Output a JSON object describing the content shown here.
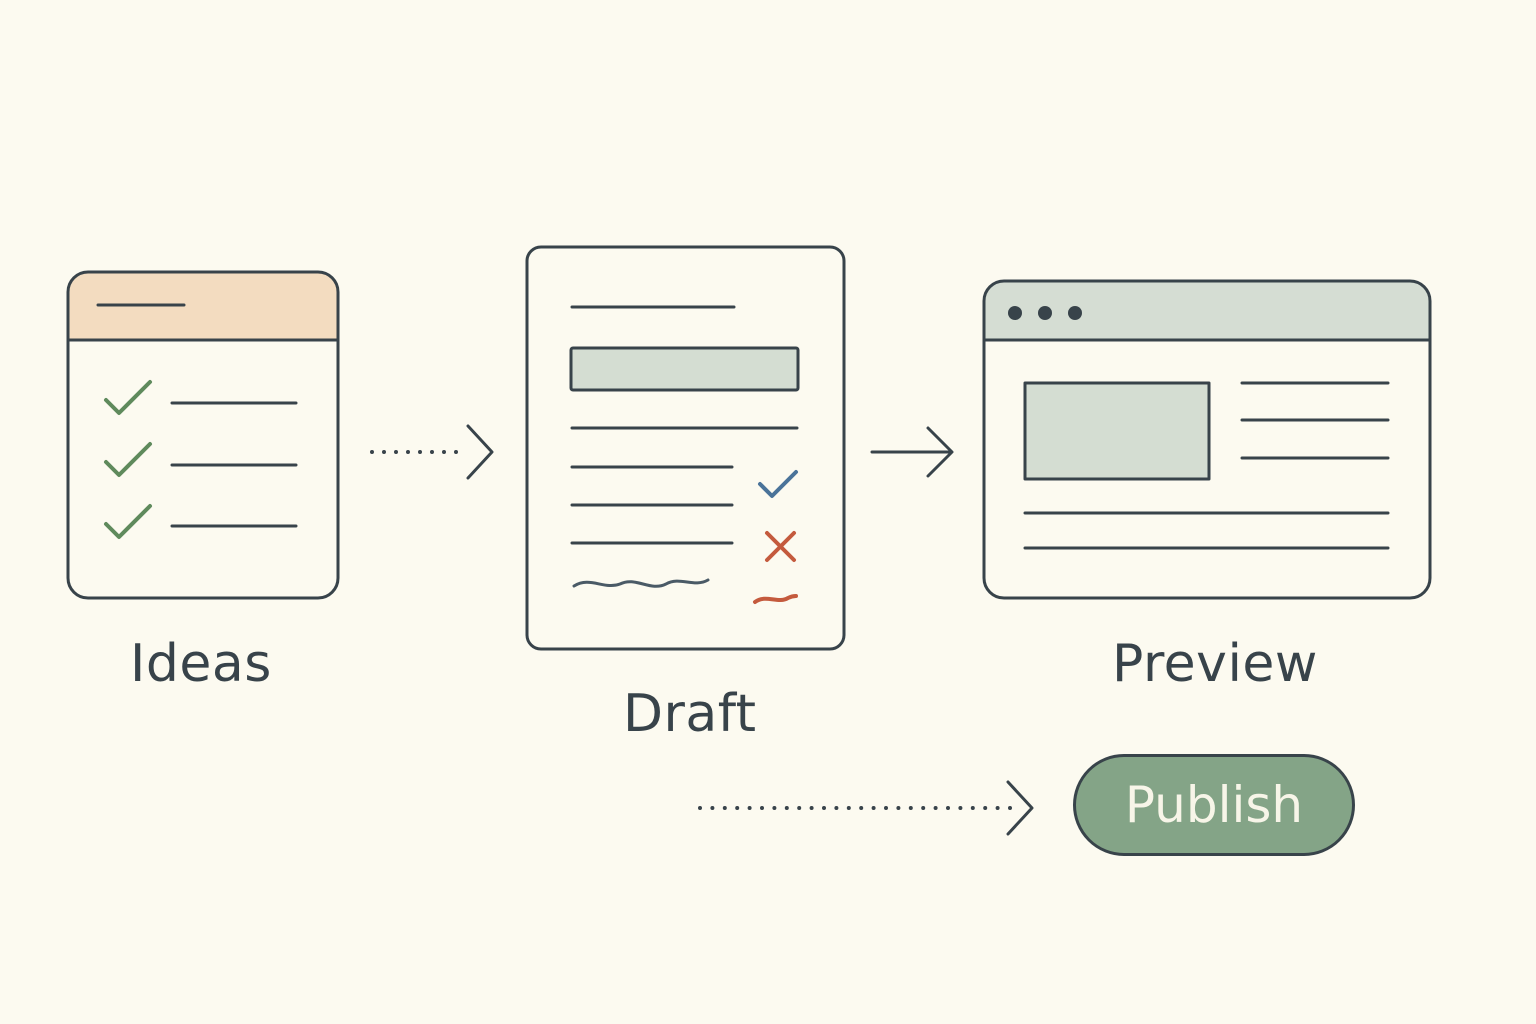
{
  "stages": [
    {
      "id": "ideas",
      "label": "Ideas"
    },
    {
      "id": "draft",
      "label": "Draft"
    },
    {
      "id": "preview",
      "label": "Preview"
    }
  ],
  "publish": {
    "label": "Publish"
  },
  "colors": {
    "background": "#fcfaf0",
    "outline": "#38434a",
    "ideas_header": "#f3dcc0",
    "check_green": "#5f8a5c",
    "check_blue": "#4a7399",
    "cross_red": "#c45a3d",
    "placeholder_fill": "#d4ddd2",
    "browser_bar": "#d5ddd3",
    "publish_fill": "#84a487",
    "publish_text": "#f7f5e8"
  },
  "icons": {
    "ideas": "checklist-card-icon",
    "draft": "document-review-icon",
    "preview": "browser-window-icon"
  }
}
